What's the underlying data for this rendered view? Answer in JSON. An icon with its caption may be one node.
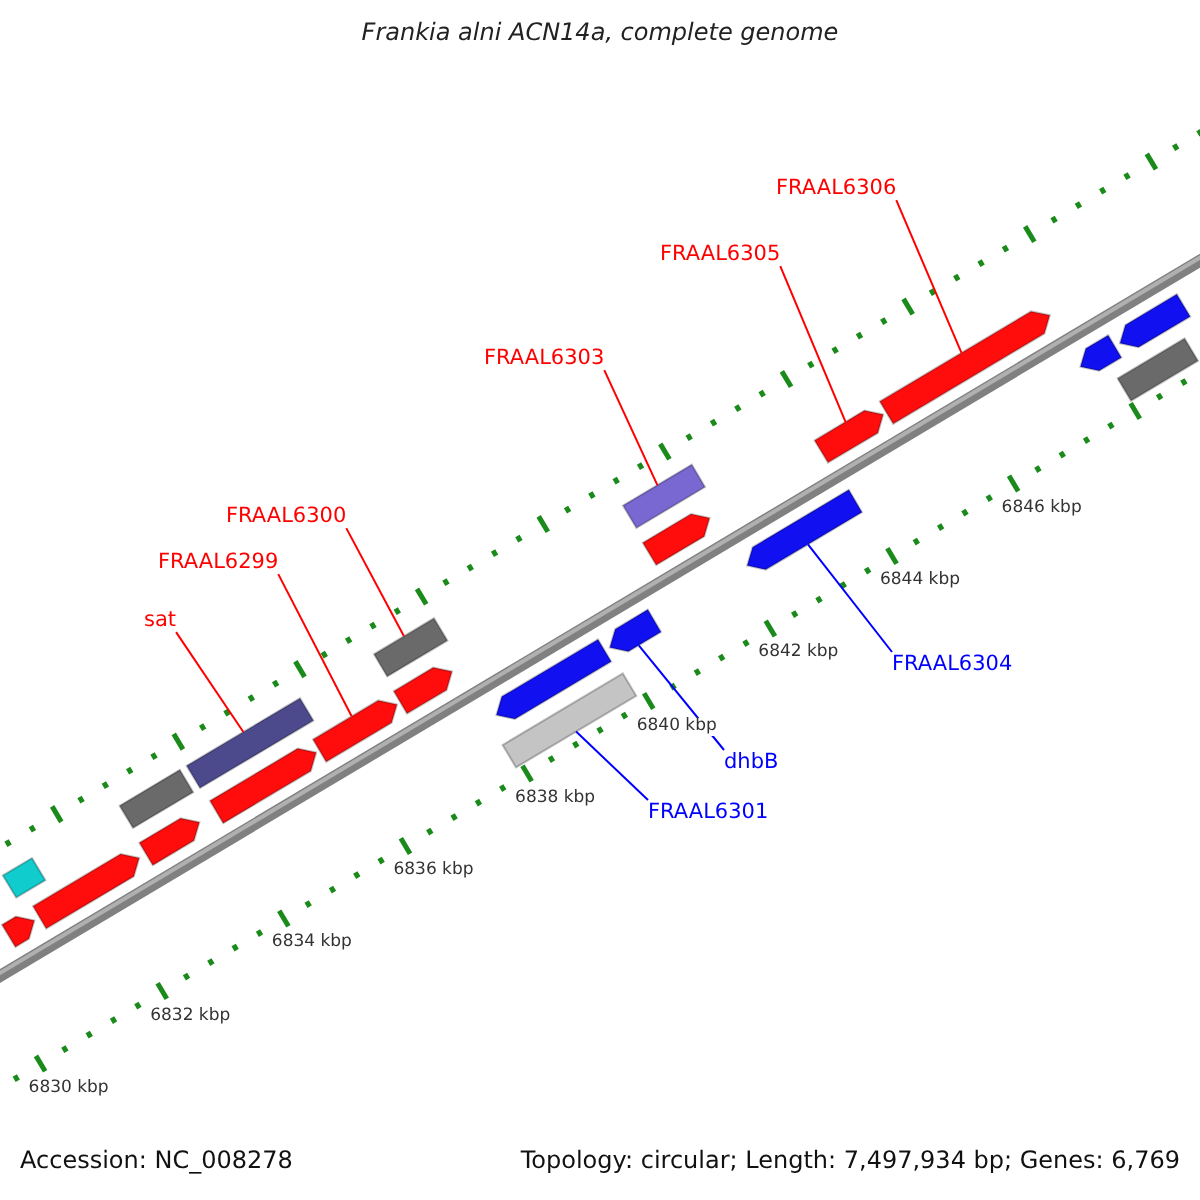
{
  "diagram": {
    "title": "Frankia alni ACN14a, complete genome",
    "nodes": [
      {
        "text": [
          "FRAAL6306"
        ]
      },
      {
        "text": [
          "FRAAL6305"
        ]
      },
      {
        "text": [
          "FRAAL6303"
        ]
      },
      {
        "text": [
          "FRAAL6300"
        ]
      },
      {
        "text": [
          "FRAAL6299"
        ]
      },
      {
        "text": [
          "sat"
        ]
      },
      {
        "text": [
          "FRAAL6304"
        ]
      },
      {
        "text": [
          "dhbB"
        ]
      },
      {
        "text": [
          "FRAAL6301"
        ]
      },
      {
        "text": [],
        "shape": "bar"
      },
      {
        "text": [],
        "shape": "box"
      },
      {
        "text": [],
        "shape": "bar"
      },
      {
        "text": [],
        "shape": "box"
      },
      {
        "text": [],
        "shape": "bar"
      },
      {
        "text": [],
        "shape": "box"
      },
      {
        "text": [],
        "shape": "bar"
      },
      {
        "text": [],
        "shape": "bar"
      },
      {
        "text": [],
        "shape": "box"
      },
      {
        "text": [],
        "shape": "bar"
      },
      {
        "text": [],
        "shape": "box"
      },
      {
        "text": [],
        "shape": "bar"
      },
      {
        "text": [],
        "shape": "bar"
      },
      {
        "text": [],
        "shape": "bar"
      },
      {
        "text": [],
        "shape": "box"
      },
      {
        "text": [],
        "shape": "bar"
      },
      {
        "text": [],
        "shape": "bar"
      },
      {
        "text": [],
        "shape": "bar"
      },
      {
        "text": [],
        "shape": "bar"
      },
      {
        "text": [],
        "shape": "box"
      },
      {
        "text": [],
        "shape": "bar"
      }
    ],
    "edges": [
      {
        "from": 0,
        "to": 26,
        "arrow": "none"
      },
      {
        "from": 1,
        "to": 25,
        "arrow": "none"
      },
      {
        "from": 2,
        "to": 23,
        "arrow": "none"
      },
      {
        "from": 3,
        "to": 17,
        "arrow": "none"
      },
      {
        "from": 4,
        "to": 16,
        "arrow": "none"
      },
      {
        "from": 5,
        "to": 14,
        "arrow": "none"
      },
      {
        "from": 6,
        "to": 24,
        "arrow": "none",
        "color": "#0000ff"
      },
      {
        "from": 7,
        "to": 21,
        "arrow": "none",
        "color": "#0000ff"
      },
      {
        "from": 8,
        "to": 19,
        "arrow": "none",
        "color": "#0000ff"
      }
    ],
    "labels": [
      "6830 kbp",
      "6832 kbp",
      "6834 kbp",
      "6836 kbp",
      "6838 kbp",
      "6840 kbp",
      "6842 kbp",
      "6844 kbp",
      "6846 kbp",
      "Accession: NC_008278",
      "Topology: circular; Length: 7,497,934 bp; Genes: 6,769"
    ]
  }
}
